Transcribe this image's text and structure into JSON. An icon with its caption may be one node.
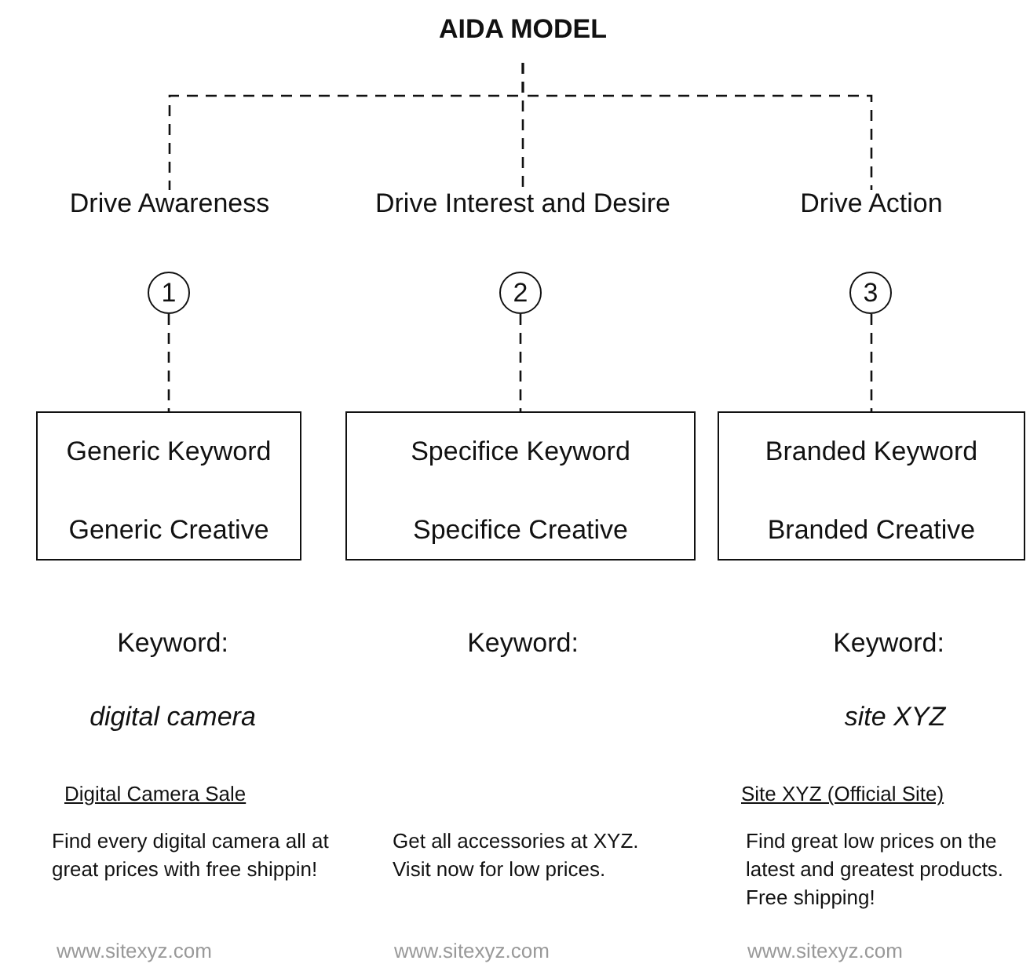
{
  "diagram": {
    "nodes": [
      {
        "text": [
          "AIDA MODEL"
        ]
      },
      {
        "text": [
          "Drive Awareness"
        ]
      },
      {
        "text": [
          "Drive Interest and Desire"
        ]
      },
      {
        "text": [
          "Drive Action"
        ]
      },
      {
        "text": [
          "1"
        ]
      },
      {
        "text": [
          "2"
        ]
      },
      {
        "text": [
          "3"
        ]
      },
      {
        "text": [
          "Generic Keyword",
          "Generic Creative"
        ]
      },
      {
        "text": [
          "Specifice Keyword",
          "Specifice Creative"
        ]
      },
      {
        "text": [
          "Branded Keyword",
          "Branded Creative"
        ]
      }
    ],
    "edges": [
      {
        "from": 0,
        "to": 1,
        "arrow": "none",
        "style": "dashed"
      },
      {
        "from": 0,
        "to": 2,
        "arrow": "none",
        "style": "dashed"
      },
      {
        "from": 0,
        "to": 3,
        "arrow": "none",
        "style": "dashed"
      },
      {
        "from": 4,
        "to": 7,
        "arrow": "none",
        "style": "dashed"
      },
      {
        "from": 5,
        "to": 8,
        "arrow": "none",
        "style": "dashed"
      },
      {
        "from": 6,
        "to": 9,
        "arrow": "none",
        "style": "dashed"
      }
    ],
    "labels": [
      "Keyword:",
      "Keyword:",
      "Keyword:",
      "digital camera",
      "site XYZ",
      "Digital Camera Sale",
      "Site XYZ (Official Site)",
      "Find every digital camera all at great prices with free shippin!",
      "Get all accessories at XYZ. Visit now for low prices.",
      "Find great low prices on the latest and greatest products. Free shipping!",
      "www.sitexyz.com",
      "www.sitexyz.com",
      "www.sitexyz.com"
    ]
  }
}
